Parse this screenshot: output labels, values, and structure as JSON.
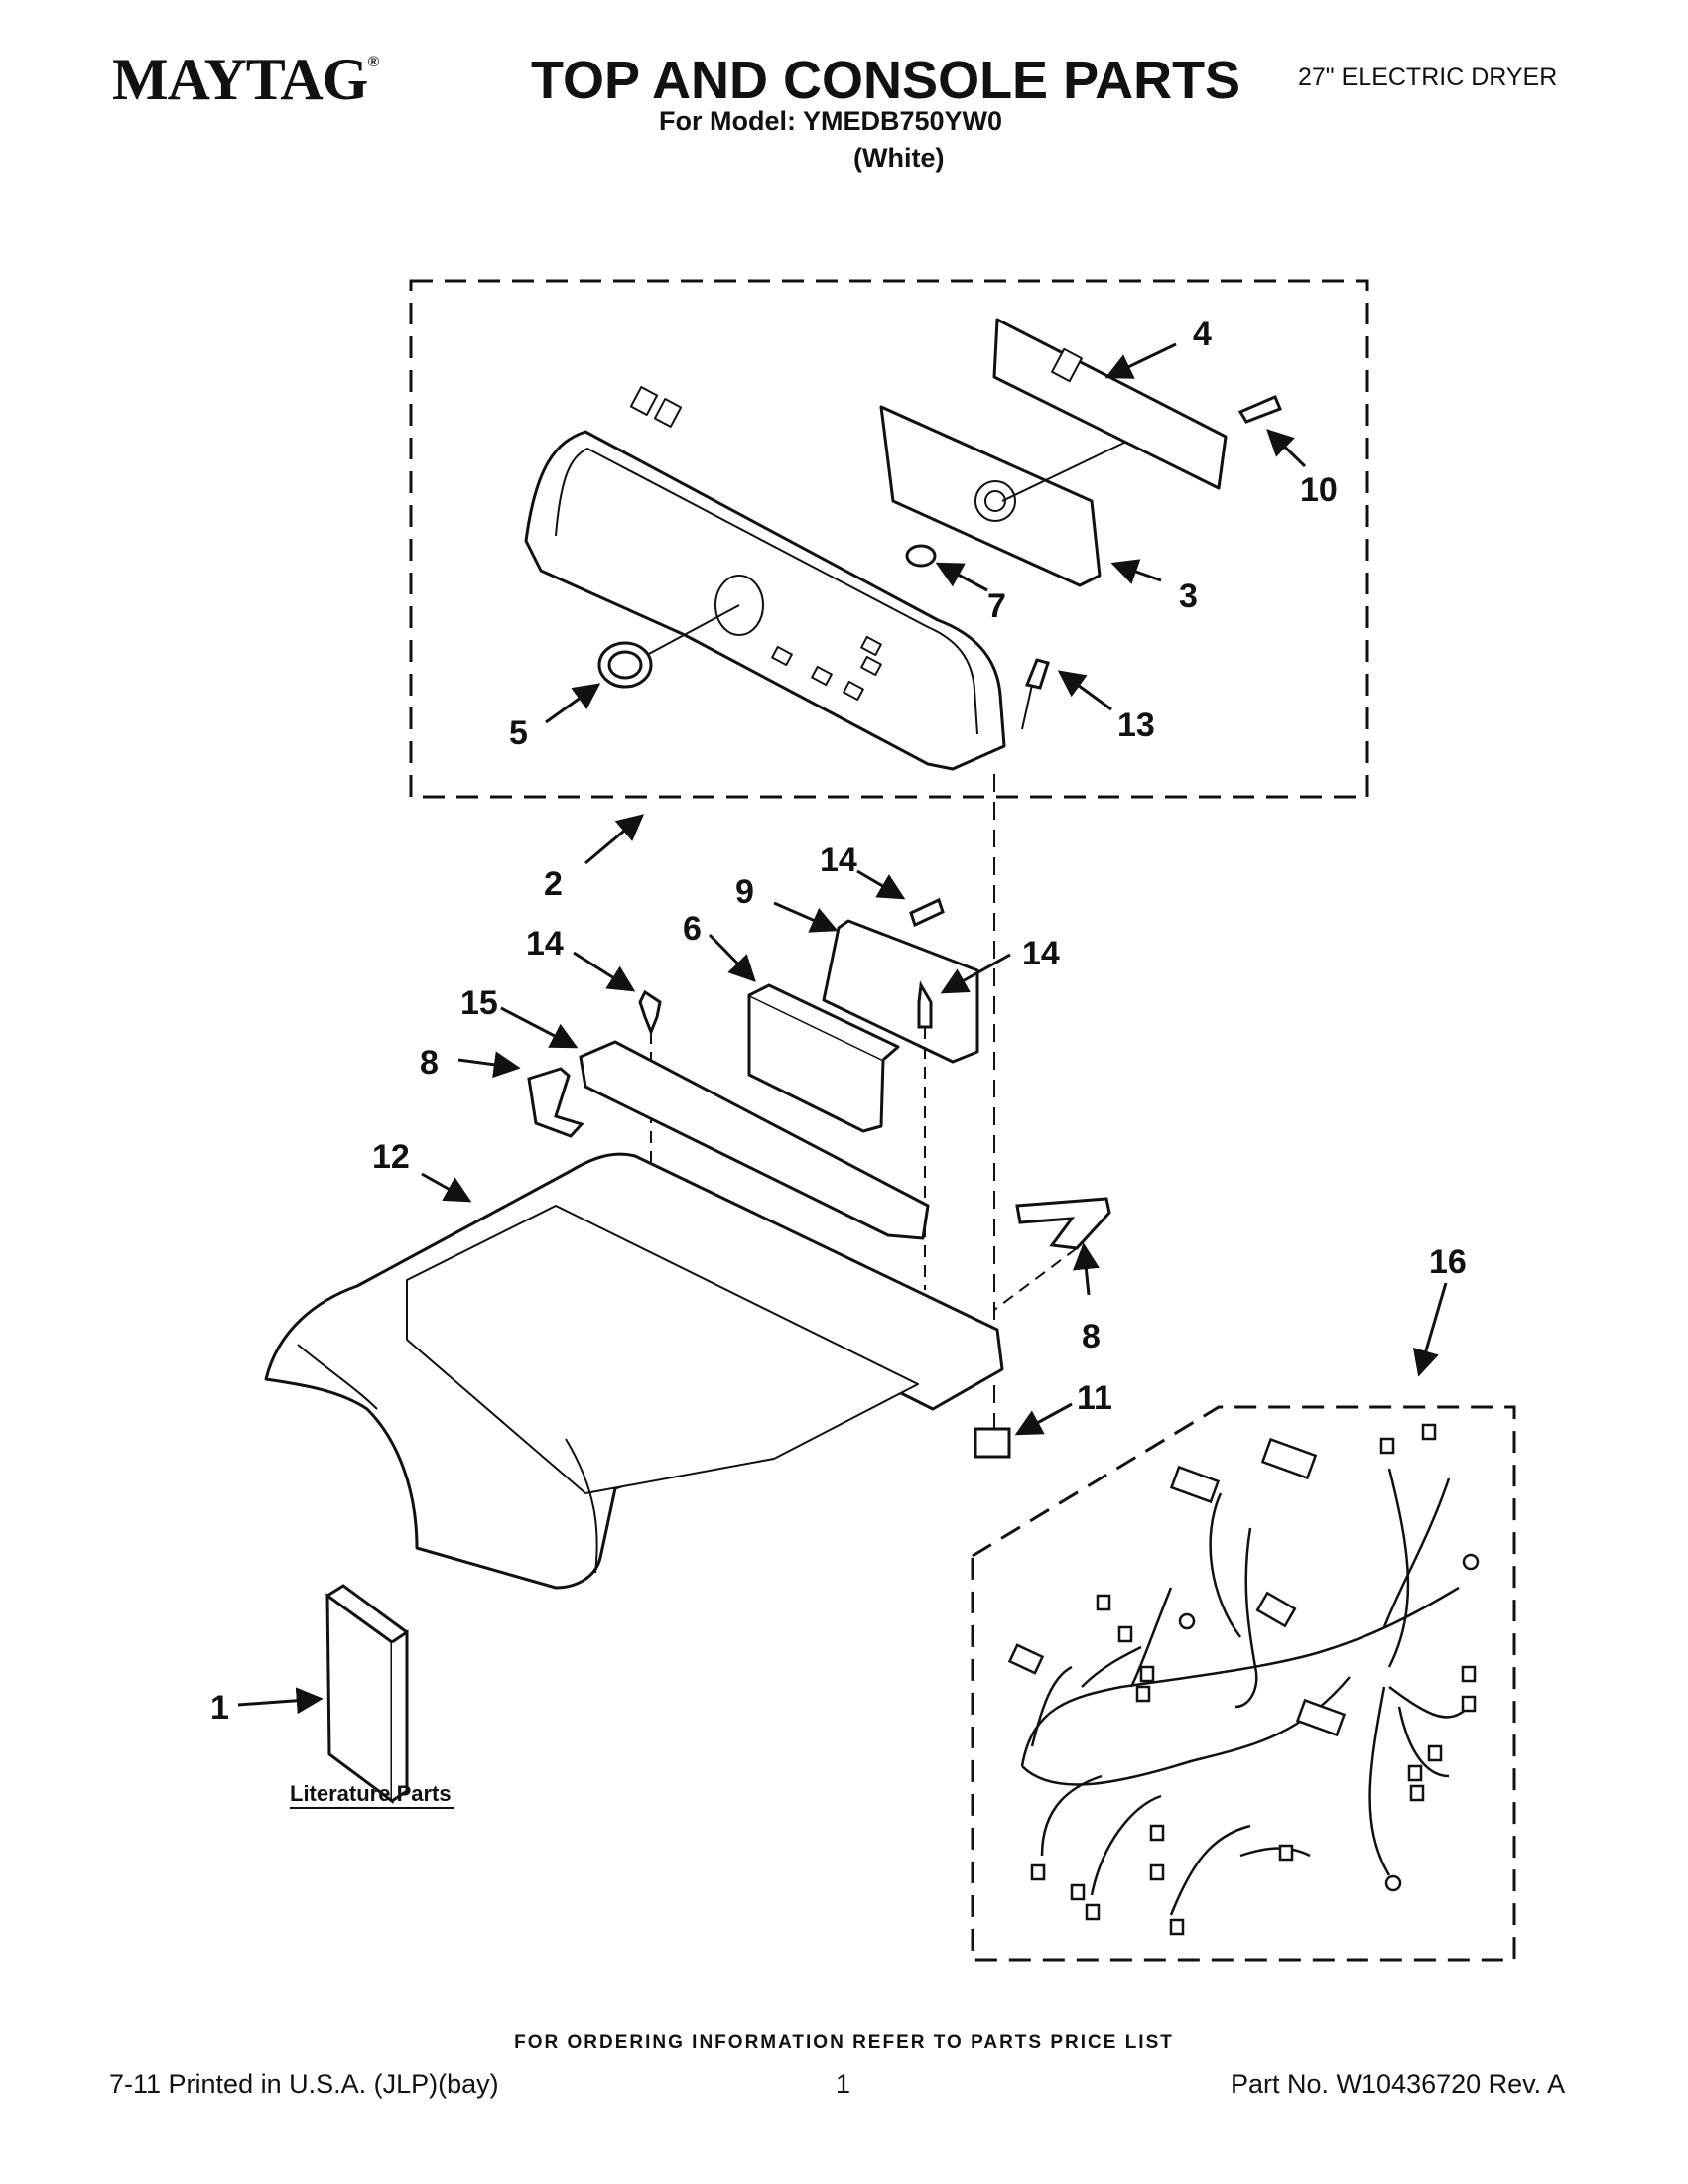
{
  "header": {
    "brand": "MAYTAG",
    "brand_mark": "®",
    "title": "TOP AND CONSOLE PARTS",
    "model_line": "For Model: YMEDB750YW0",
    "color_line": "(White)",
    "product_type": "27\" ELECTRIC DRYER"
  },
  "callouts": {
    "c1": "1",
    "c2": "2",
    "c3": "3",
    "c4": "4",
    "c5": "5",
    "c6": "6",
    "c7": "7",
    "c8a": "8",
    "c8b": "8",
    "c9": "9",
    "c10": "10",
    "c11": "11",
    "c12": "12",
    "c13": "13",
    "c14a": "14",
    "c14b": "14",
    "c14c": "14",
    "c15": "15",
    "c16": "16"
  },
  "literature_label": "Literature Parts",
  "footer": {
    "ordering": "FOR ORDERING INFORMATION REFER TO PARTS PRICE LIST",
    "printed": "7-11 Printed in U.S.A. (JLP)(bay)",
    "page": "1",
    "part_no": "Part No. W10436720 Rev. A"
  },
  "colors": {
    "ink": "#111111",
    "paper": "#ffffff"
  }
}
